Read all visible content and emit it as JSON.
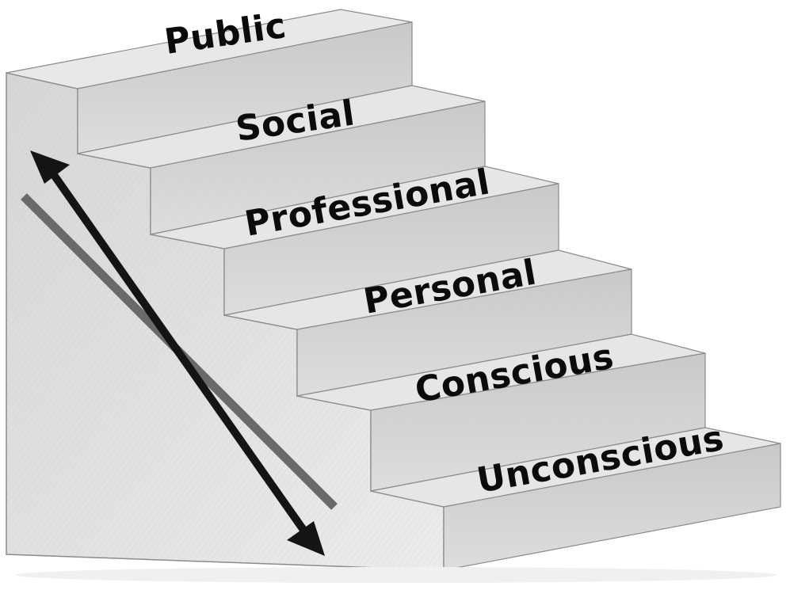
{
  "steps": [
    {
      "label": "Public"
    },
    {
      "label": "Social"
    },
    {
      "label": "Professional"
    },
    {
      "label": "Personal"
    },
    {
      "label": "Conscious"
    },
    {
      "label": "Unconscious"
    }
  ],
  "colors": {
    "tread": "#e4e4e4",
    "riser": "#cfcfcf",
    "side": "#dcdcdc",
    "edge": "#7a7a7a",
    "arrow": "#141414",
    "bar": "#6a6a6a",
    "text": "#0b0b0b"
  }
}
